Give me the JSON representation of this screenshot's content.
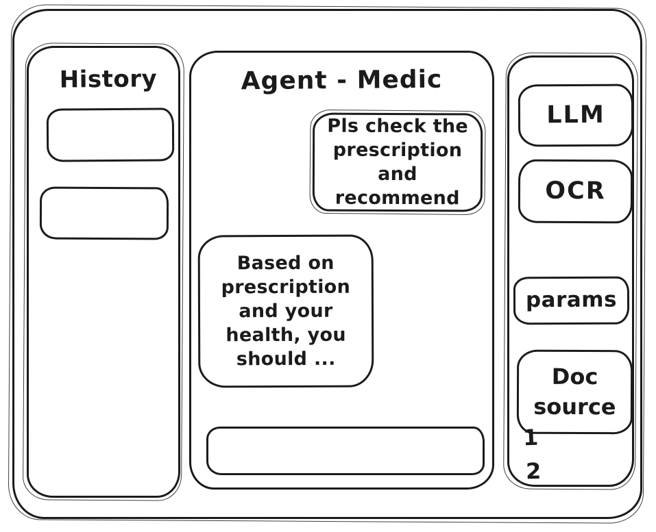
{
  "history_panel": {
    "title": "History",
    "items": [
      {
        "label": ""
      },
      {
        "label": ""
      }
    ]
  },
  "chat": {
    "title": "Agent - Medic",
    "messages": [
      {
        "role": "user",
        "text": "Pls check the\nprescription\nand recommend"
      },
      {
        "role": "agent",
        "text": "Based on\nprescription\nand your\nhealth, you\nshould ..."
      }
    ],
    "input": {
      "value": "",
      "placeholder": ""
    }
  },
  "tools_panel": {
    "buttons": [
      {
        "label": "LLM"
      },
      {
        "label": "OCR"
      },
      {
        "label": "params"
      },
      {
        "label": "Doc source"
      }
    ],
    "doc_source_items": [
      "1",
      "2"
    ]
  },
  "colors": {
    "ink": "#1b1b1b",
    "background": "#ffffff"
  }
}
